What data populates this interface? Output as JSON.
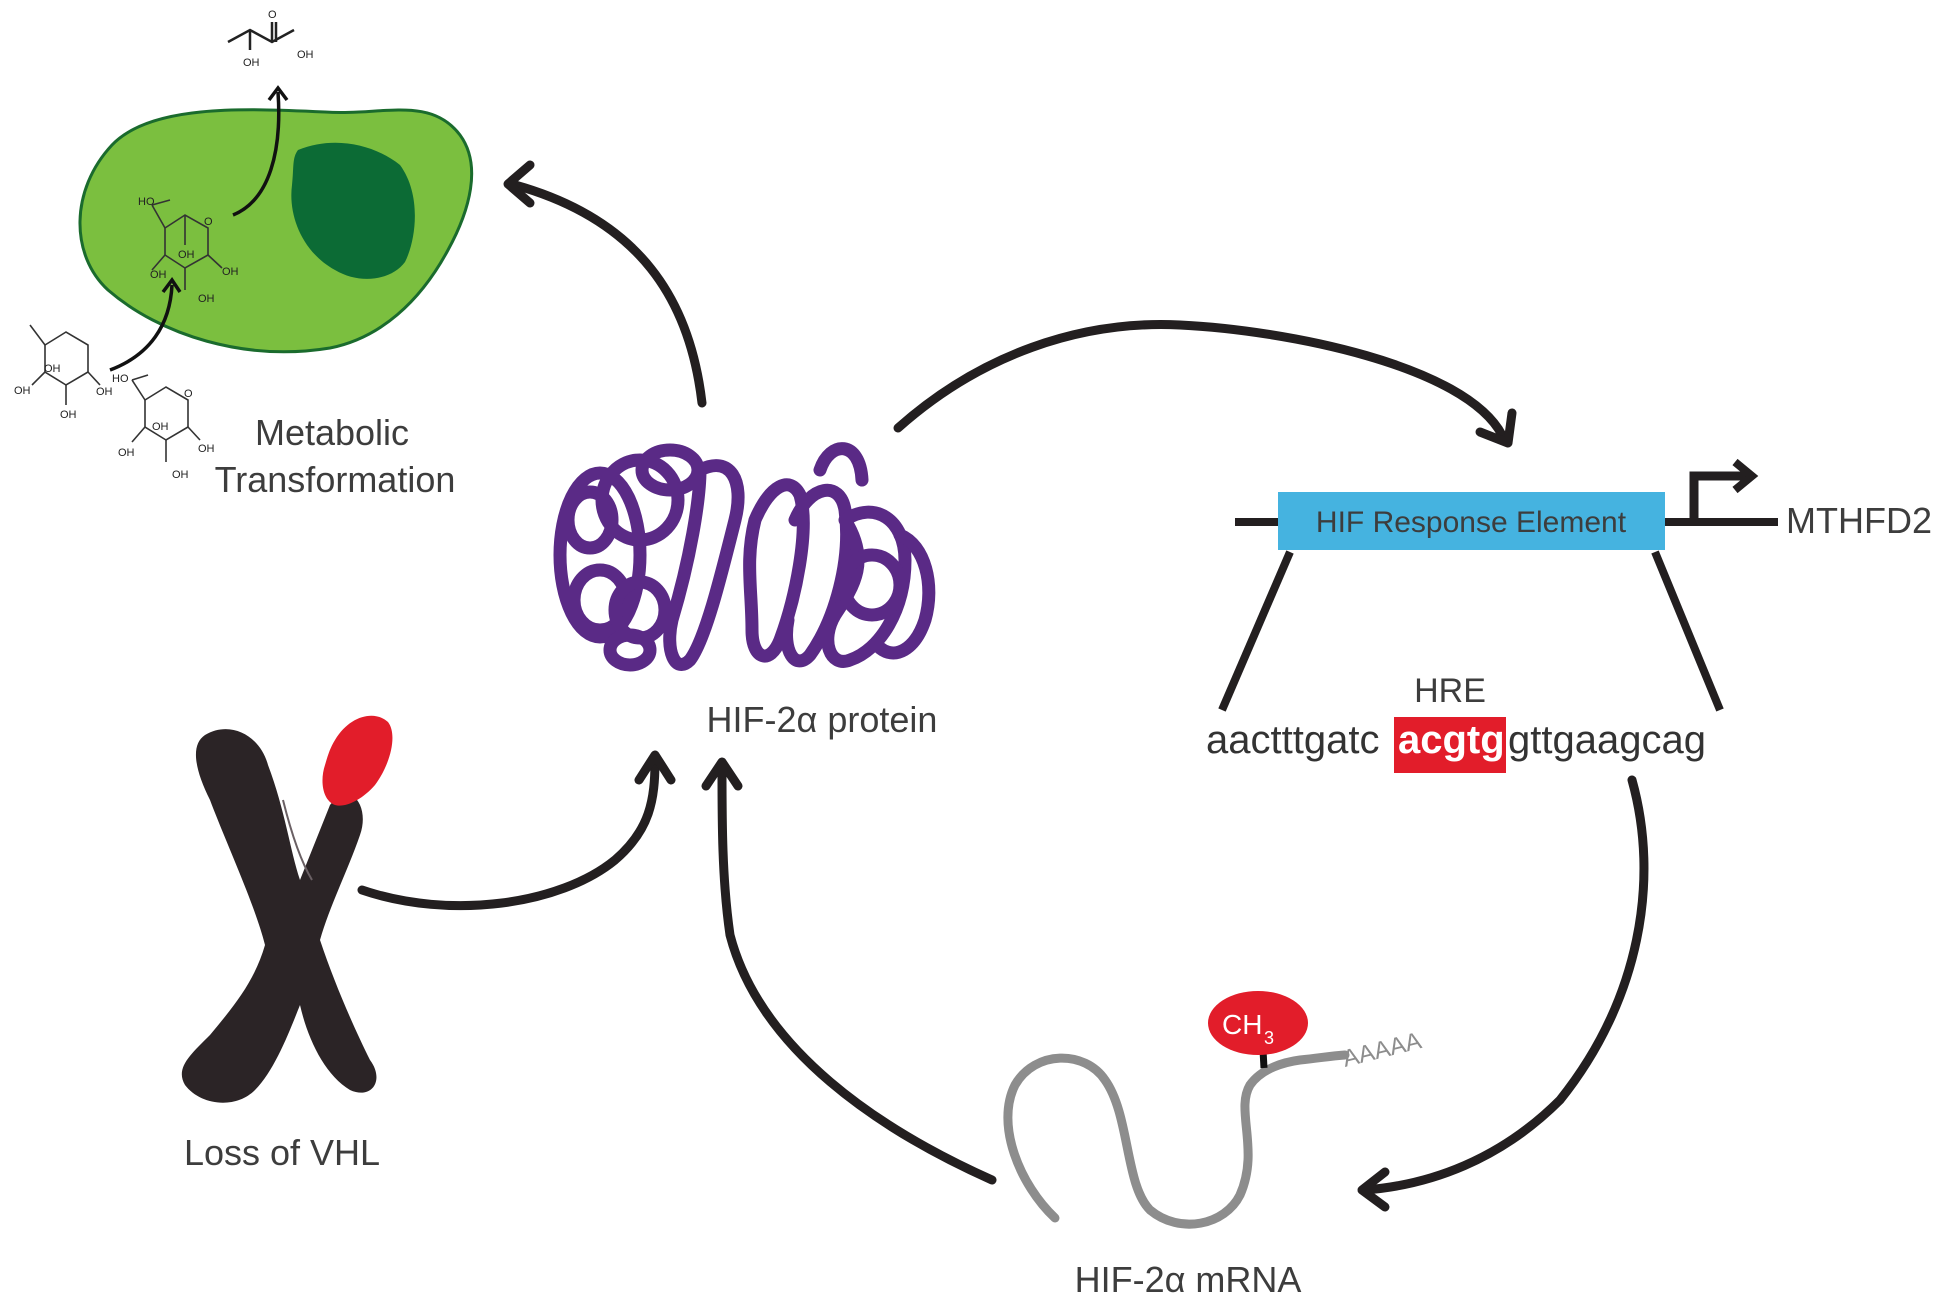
{
  "labels": {
    "metabolic_line1": "Metabolic",
    "metabolic_line2": "Transformation",
    "protein": "HIF-2α protein",
    "loss_vhl": "Loss of VHL",
    "mrna": "HIF-2α mRNA",
    "hre_box": "HIF Response Element",
    "gene": "MTHFD2",
    "hre_tag": "HRE",
    "methyl": "CH",
    "methyl_sub": "3",
    "polya": "AAAAA"
  },
  "sequence": {
    "left": "aactttgatc",
    "motif": "acgtg",
    "right": "gttgaagcag"
  },
  "chem": {
    "oh": "OH",
    "ho": "HO",
    "o": "O"
  },
  "colors": {
    "cell": "#7bbf3f",
    "nucleus": "#0c6b35",
    "protein": "#5a2a86",
    "hre_box": "#45b3e0",
    "highlight": "#e21d2a",
    "arrow": "#231f20",
    "mrna": "#8d8d8d",
    "chromosome": "#2b2426"
  }
}
